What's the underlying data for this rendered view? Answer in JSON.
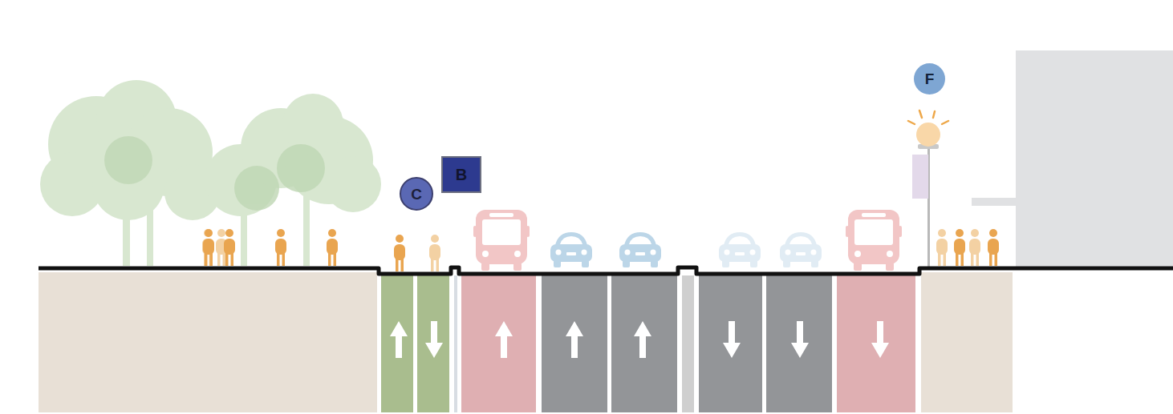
{
  "diagram": {
    "nodes": [
      {
        "text": [
          "C"
        ]
      },
      {
        "text": [
          "B"
        ]
      },
      {
        "text": [
          "F"
        ]
      }
    ]
  }
}
